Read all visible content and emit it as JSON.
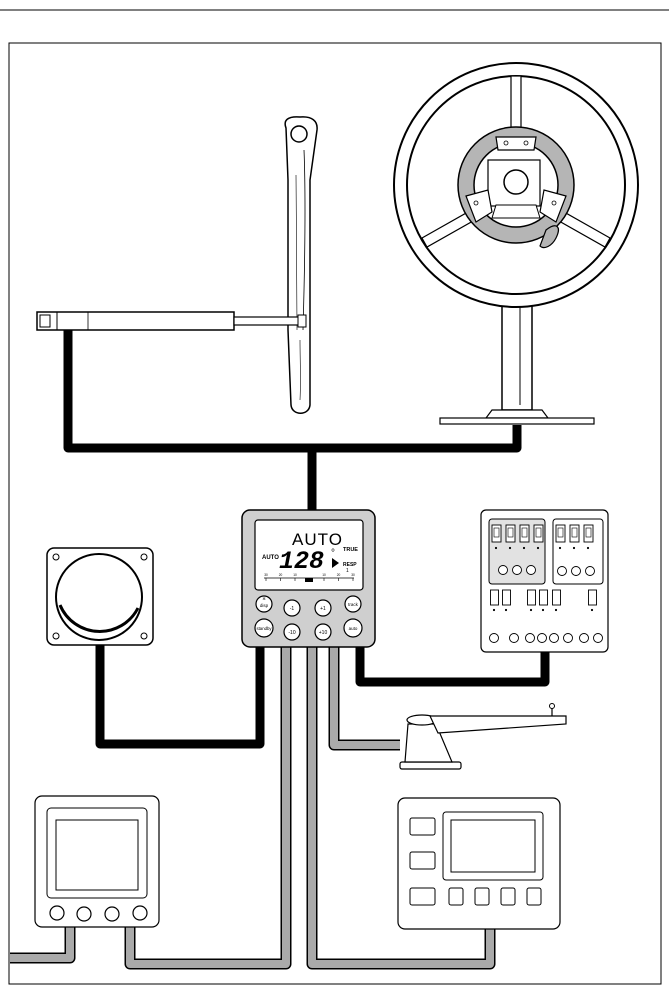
{
  "controller": {
    "display": {
      "mode": "AUTO",
      "mode_small": "AUTO",
      "heading": "128",
      "degree": "°",
      "true_label": "TRUE",
      "resp_label": "RESP",
      "resp_value": "1",
      "scale_ticks": [
        "30",
        "20",
        "10",
        "",
        "10",
        "20",
        "30"
      ]
    },
    "buttons": {
      "disp": "disp",
      "minus1": "-1",
      "plus1": "+1",
      "track": "track",
      "standby": "standby",
      "minus10": "-10",
      "plus10": "+10",
      "auto": "auto"
    }
  },
  "colors": {
    "primary_cable": "#000000",
    "secondary_cable": "#a9a9a9",
    "unit_gray": "#cfcfcf",
    "outline": "#000000"
  },
  "icons": {
    "tiller": "tiller-icon",
    "wheel": "steering-wheel-icon",
    "drive": "linear-drive-icon",
    "compass": "fluxgate-compass-icon",
    "switch_panel": "switch-panel-icon",
    "wind_vane": "wind-transducer-icon",
    "instrument": "instrument-display-icon",
    "navigator": "navigator-icon"
  }
}
